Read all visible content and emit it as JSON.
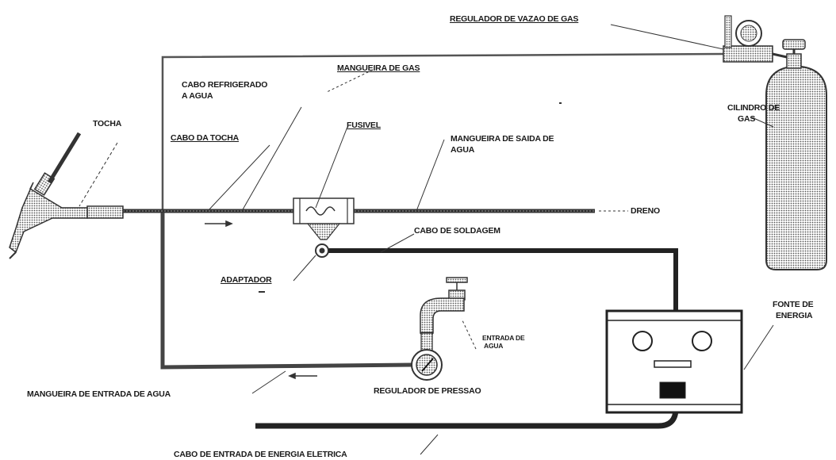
{
  "labels": {
    "regulador_vazao": "REGULADOR DE VAZAO DE GAS",
    "mangueira_gas": "MANGUEIRA DE GAS",
    "cabo_refrigerado_1": "CABO REFRIGERADO",
    "cabo_refrigerado_2": "A AGUA",
    "tocha": "TOCHA",
    "cabo_tocha": "CABO DA TOCHA",
    "fusivel": "FUSIVEL",
    "mangueira_saida_1": "MANGUEIRA DE SAIDA DE",
    "mangueira_saida_2": "AGUA",
    "cilindro_1": "CILINDRO DE",
    "cilindro_2": "GAS",
    "dreno": "DRENO",
    "cabo_soldagem": "CABO DE SOLDAGEM",
    "adaptador": "ADAPTADOR",
    "entrada_agua_1": "ENTRADA DE",
    "entrada_agua_2": "AGUA",
    "fonte_1": "FONTE DE",
    "fonte_2": "ENERGIA",
    "mangueira_entrada": "MANGUEIRA DE ENTRADA DE AGUA",
    "regulador_pressao": "REGULADOR DE PRESSAO",
    "cabo_energia": "CABO DE ENTRADA DE ENERGIA ELETRICA"
  },
  "colors": {
    "ink": "#1a1a1a",
    "pipe": "#444444",
    "background": "#ffffff"
  }
}
